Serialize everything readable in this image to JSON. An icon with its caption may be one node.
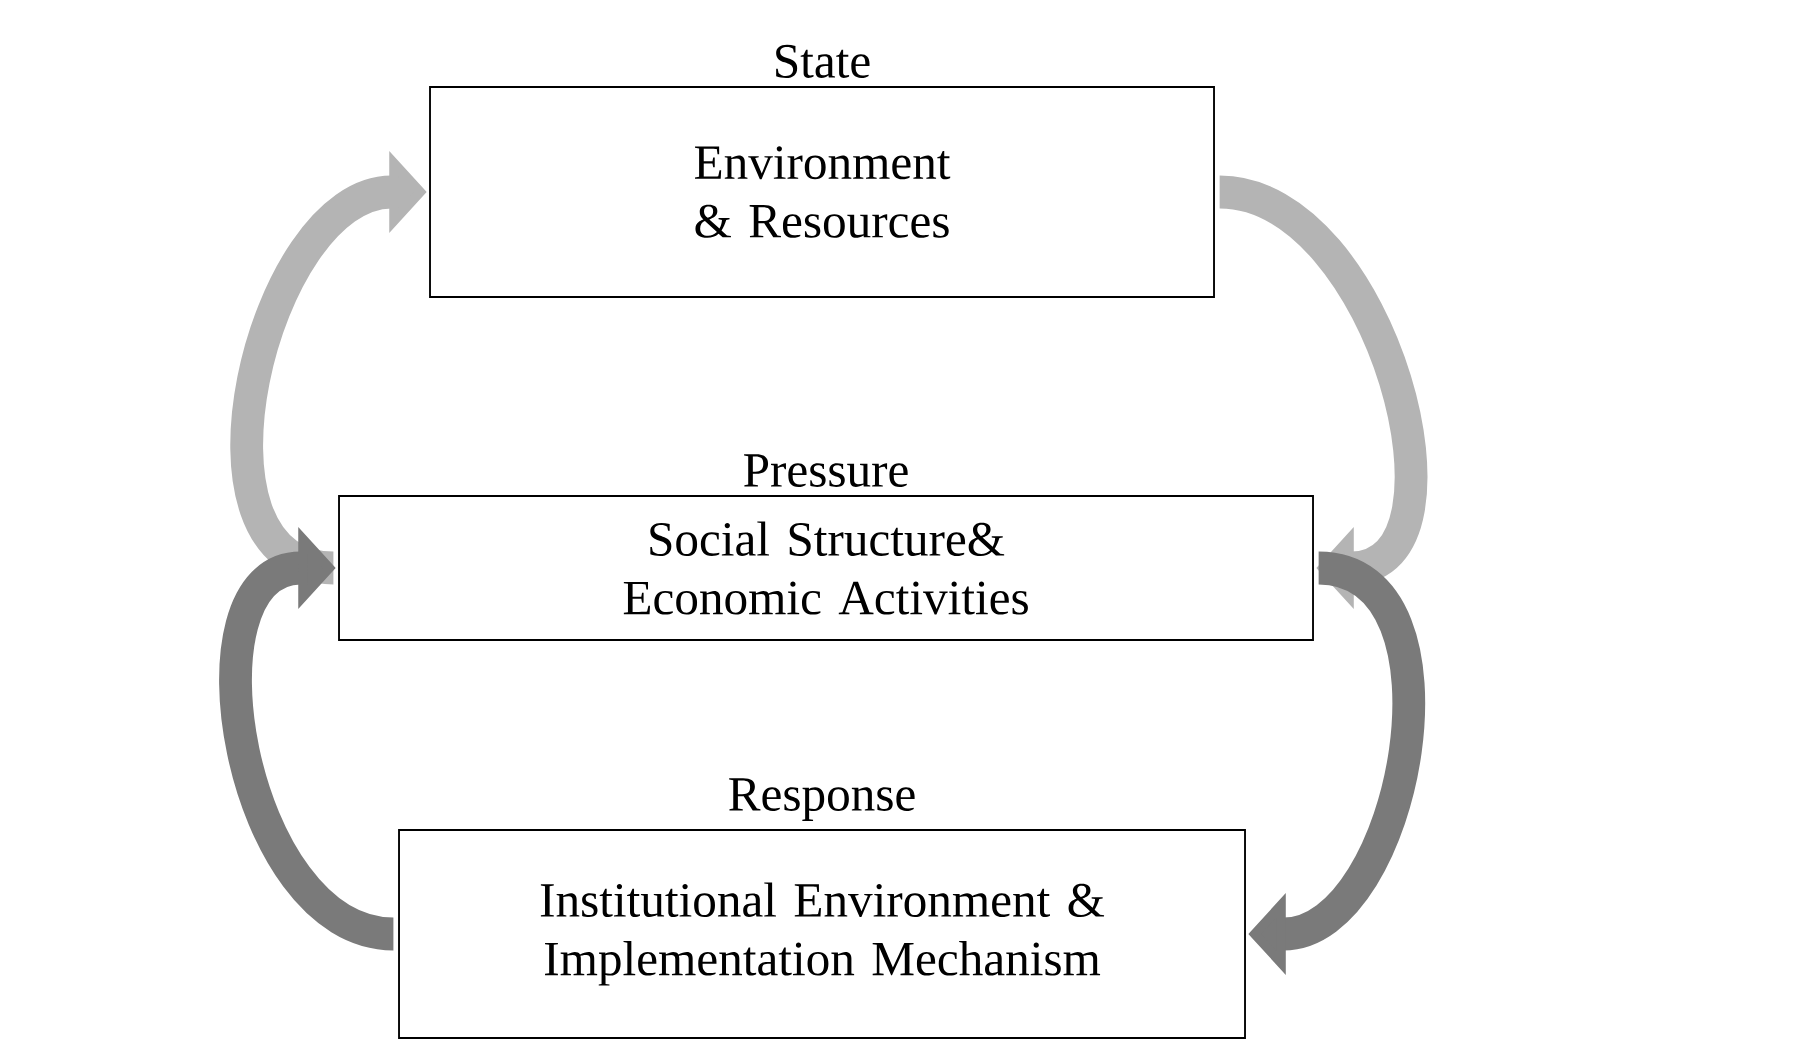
{
  "diagram": {
    "nodes": [
      {
        "text": [
          "State",
          "Environment & Resources"
        ]
      },
      {
        "text": [
          "Pressure",
          "Social Structure& Economic Activities"
        ]
      },
      {
        "text": [
          "Response",
          "Institutional Environment & Implementation Mechanism"
        ]
      }
    ],
    "edges": [
      {
        "from": 1,
        "to": 0,
        "arrow": "to"
      },
      {
        "from": 0,
        "to": 1,
        "arrow": "to"
      },
      {
        "from": 2,
        "to": 1,
        "arrow": "to",
        "color": "#7a7a7a"
      },
      {
        "from": 1,
        "to": 2,
        "arrow": "to",
        "color": "#7a7a7a"
      }
    ]
  }
}
